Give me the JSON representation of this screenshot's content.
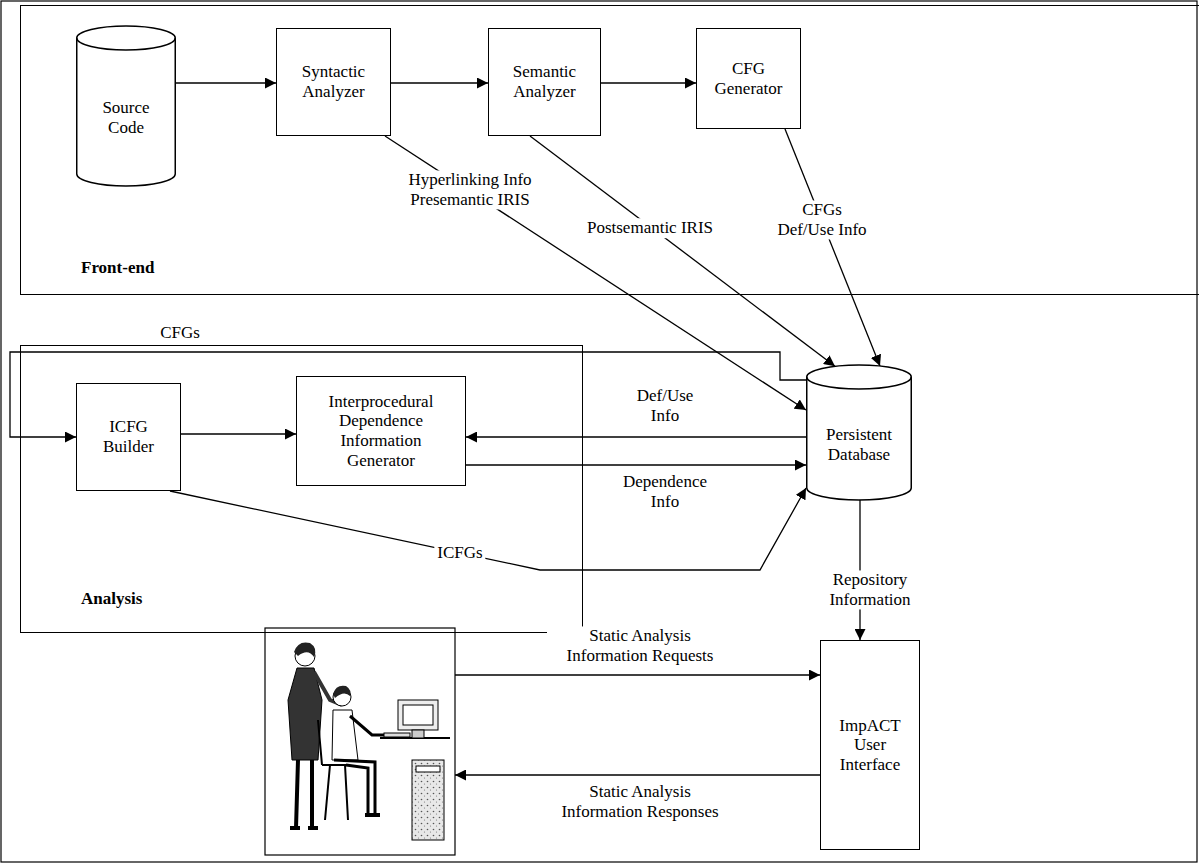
{
  "diagram": {
    "nodes": [
      {
        "text": [
          "Front-end"
        ]
      },
      {
        "text": [
          "Source Code"
        ],
        "in": 0
      },
      {
        "text": [
          "Syntactic Analyzer"
        ],
        "in": 0
      },
      {
        "text": [
          "Semantic Analyzer"
        ],
        "in": 0
      },
      {
        "text": [
          "CFG Generator"
        ],
        "in": 0
      },
      {
        "text": [
          "Analysis"
        ]
      },
      {
        "text": [
          "ICFG Builder"
        ],
        "in": 5
      },
      {
        "text": [
          "Interprocedural Dependence Information Generator"
        ],
        "in": 5
      },
      {
        "text": [
          "Persistent Database"
        ]
      },
      {
        "text": [
          "ImpACT User Interface"
        ]
      }
    ],
    "edges": [
      {
        "from": 1,
        "to": 2,
        "arrow": "to"
      },
      {
        "from": 2,
        "to": 3,
        "arrow": "to"
      },
      {
        "from": 3,
        "to": 4,
        "arrow": "to"
      },
      {
        "from": 2,
        "to": 8,
        "label": "Hyperlinking Info Presemantic IRIS",
        "arrow": "to"
      },
      {
        "from": 3,
        "to": 8,
        "label": "Postsemantic IRIS",
        "arrow": "to"
      },
      {
        "from": 4,
        "to": 8,
        "label": "CFGs Def/Use Info",
        "arrow": "to"
      },
      {
        "from": 8,
        "to": 6,
        "label": "CFGs",
        "arrow": "to"
      },
      {
        "from": 6,
        "to": 7,
        "arrow": "to"
      },
      {
        "from": 8,
        "to": 7,
        "label": "Def/Use Info",
        "arrow": "to"
      },
      {
        "from": 7,
        "to": 8,
        "label": "Dependence Info",
        "arrow": "to"
      },
      {
        "from": 6,
        "to": 8,
        "label": "ICFGs",
        "arrow": "to"
      },
      {
        "from": 8,
        "to": 9,
        "label": "Repository Information",
        "arrow": "to"
      }
    ],
    "labels": [
      "Static Analysis Information Requests",
      "Static Analysis Information Responses"
    ]
  }
}
